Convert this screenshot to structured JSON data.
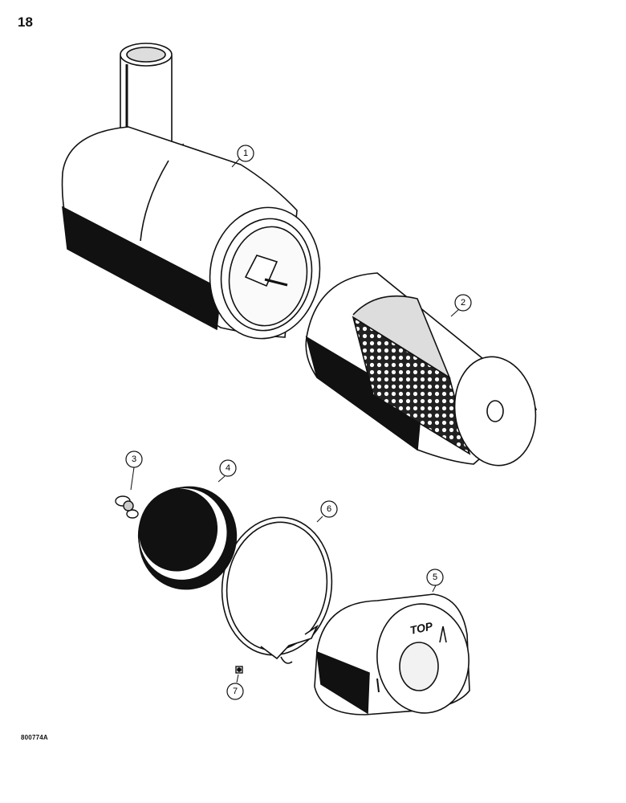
{
  "page": {
    "number": "18",
    "figure_code": "800774A"
  },
  "callouts": [
    {
      "id": "1",
      "part": "air-cleaner-housing"
    },
    {
      "id": "2",
      "part": "primary-filter-element"
    },
    {
      "id": "3",
      "part": "wing-nut"
    },
    {
      "id": "4",
      "part": "secondary-element"
    },
    {
      "id": "5",
      "part": "cover"
    },
    {
      "id": "6",
      "part": "band-clamp"
    },
    {
      "id": "7",
      "part": "nut"
    }
  ],
  "cover_label": "TOP",
  "colors": {
    "ink": "#111111",
    "paper": "#ffffff",
    "shade": "#e8e8e8"
  }
}
